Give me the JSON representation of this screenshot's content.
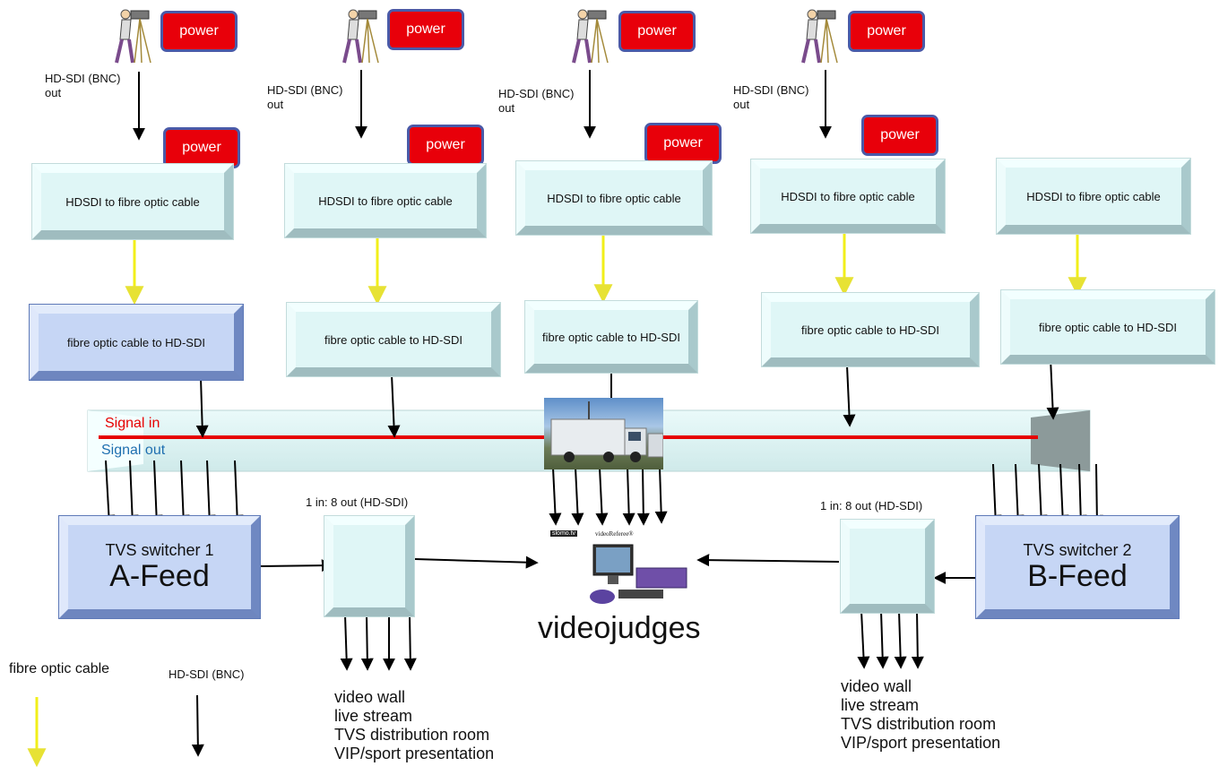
{
  "power_label": "power",
  "bnc_out_label": [
    "HD-SDI (BNC)",
    "out"
  ],
  "converter_top_label": "HDSDI to fibre optic cable",
  "converter_bottom_label": "fibre optic cable to HD-SDI",
  "bus": {
    "signal_in": "Signal in",
    "signal_out": "Signal out"
  },
  "splitters": {
    "left_label": "1 in: 8 out (HD-SDI)",
    "right_label": "1 in: 8 out (HD-SDI)"
  },
  "switchers": [
    {
      "title": "TVS switcher 1",
      "feed": "A-Feed"
    },
    {
      "title": "TVS switcher 2",
      "feed": "B-Feed"
    }
  ],
  "videojudges": {
    "label": "videojudges",
    "logo_left": "slomo.tv",
    "logo_right": "videoReferee®"
  },
  "outputs_left": [
    "video wall",
    "live stream",
    "TVS distribution room",
    "VIP/sport presentation"
  ],
  "outputs_right": [
    "video wall",
    "live stream",
    "TVS distribution room",
    "VIP/sport presentation"
  ],
  "legend": {
    "fibre": "fibre optic cable",
    "bnc": "HD-SDI (BNC)"
  },
  "colors": {
    "power": "#e8000a",
    "fibre": "#f2ef1a",
    "signal_in": "#e60000",
    "signal_out": "#1f6fb0",
    "box": "#dff6f6",
    "switcher": "#c6d6f5"
  }
}
